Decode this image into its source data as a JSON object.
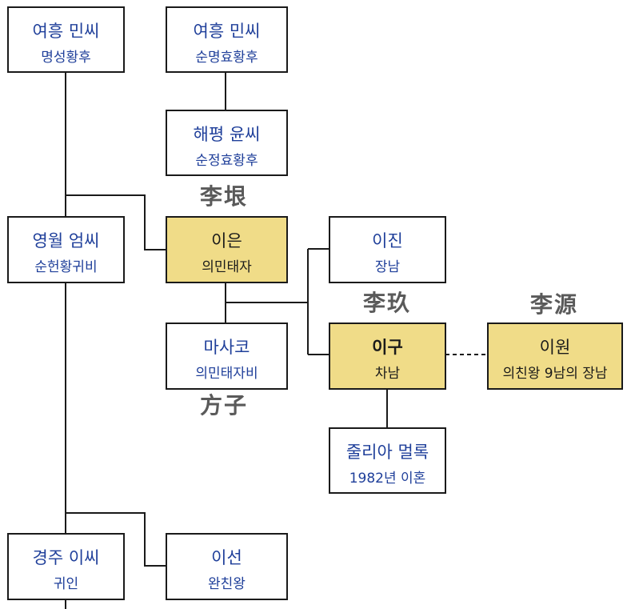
{
  "nodes": {
    "yeoheung_min_1": {
      "name": "여흥 민씨",
      "sub": "명성황후"
    },
    "yeoheung_min_2": {
      "name": "여흥 민씨",
      "sub": "순명효황후"
    },
    "haepyeong_yun": {
      "name": "해평 윤씨",
      "sub": "순정효황후"
    },
    "yeongwol_eom": {
      "name": "영월 엄씨",
      "sub": "순헌황귀비"
    },
    "yi_eun": {
      "name": "이은",
      "sub": "의민태자"
    },
    "yi_jin": {
      "name": "이진",
      "sub": "장남"
    },
    "masako": {
      "name": "마사코",
      "sub": "의민태자비"
    },
    "yi_gu": {
      "name": "이구",
      "sub": "차남"
    },
    "yi_won": {
      "name": "이원",
      "sub": "의친왕 9남의 장남"
    },
    "julia_mullock": {
      "name": "줄리아 멀록",
      "sub": "1982년 이혼"
    },
    "gyeongju_yi": {
      "name": "경주 이씨",
      "sub": "귀인"
    },
    "yi_seon": {
      "name": "이선",
      "sub": "완친왕"
    }
  },
  "hanja": {
    "yi_eun": "李垠",
    "masako": "方子",
    "yi_gu": "李玖",
    "yi_won": "李源"
  },
  "colors": {
    "highlight": "#f0dc88",
    "name_text": "#1f3f9a",
    "border": "#1a1a1a",
    "hanja_text": "#5a5a5a"
  }
}
